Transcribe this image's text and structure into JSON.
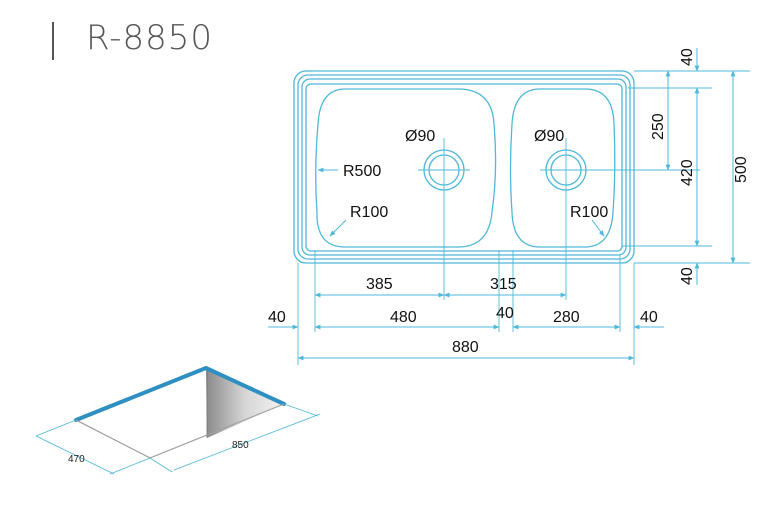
{
  "model": "R-8850",
  "labels": {
    "bowl1_drain": "Ø90",
    "bowl2_drain": "Ø90",
    "bowl1_radius_large": "R500",
    "bowl1_radius_corner": "R100",
    "bowl2_radius_corner": "R100"
  },
  "dimensions": {
    "bottom_385": "385",
    "bottom_315": "315",
    "bottom_left_rim": "40",
    "bottom_480": "480",
    "bottom_mid_40": "40",
    "bottom_280": "280",
    "bottom_right_rim": "40",
    "bottom_total": "880",
    "right_top_40": "40",
    "right_250": "250",
    "right_420": "420",
    "right_500": "500",
    "right_bottom_40": "40"
  },
  "iso": {
    "width": "850",
    "depth": "470"
  },
  "colors": {
    "outline": "#4fb8d8",
    "dimension": "#4fb8d8",
    "iso_edge": "#2e8fc2",
    "text": "#111111",
    "title": "#555555"
  }
}
